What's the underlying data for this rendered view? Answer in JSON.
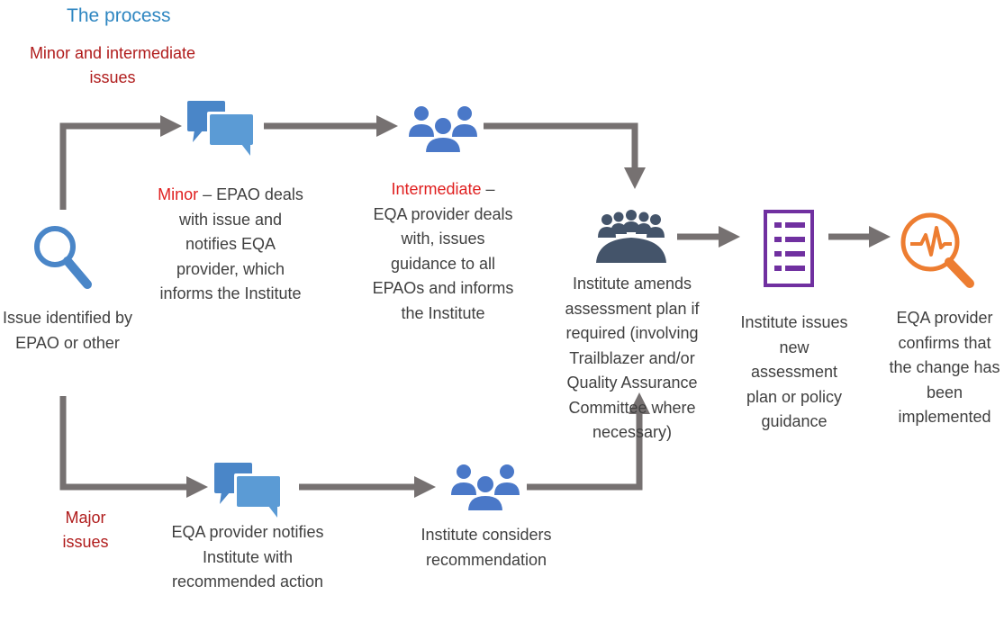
{
  "title": "The process",
  "branches": {
    "minor_label": "Minor and intermediate issues",
    "major_label": "Major issues"
  },
  "nodes": {
    "start": "Issue identified by EPAO or other",
    "minor": {
      "highlight": "Minor",
      "text": " – EPAO deals with issue and notifies EQA provider, which informs the Institute"
    },
    "intermediate": {
      "highlight": "Intermediate",
      "text": " – EQA provider deals with, issues guidance to all EPAOs and informs the Institute"
    },
    "major_eqa": "EQA provider notifies Institute with recommended action",
    "institute_considers": "Institute considers recommendation",
    "institute_amends": "Institute amends assessment plan if required (involving Trailblazer and/or Quality Assurance Committee where necessary)",
    "institute_issues": "Institute issues new assessment plan or policy guidance",
    "eqa_confirms": "EQA provider confirms that the change has been implemented"
  },
  "icons": {
    "start": "magnifier-icon",
    "minor": "speech-bubbles-icon",
    "intermediate": "people-group-icon",
    "major_eqa": "speech-bubbles-icon",
    "institute_considers": "people-group-icon",
    "institute_amends": "meeting-table-icon",
    "institute_issues": "checklist-document-icon",
    "eqa_confirms": "magnifier-pulse-icon"
  },
  "colors": {
    "title": "#2e86c1",
    "branch_label": "#b01c1c",
    "highlight": "#e02020",
    "arrow": "#767171",
    "icon_blue": "#4a86c8",
    "icon_dark": "#44546a",
    "icon_purple": "#7030a0",
    "icon_orange": "#ed7d31"
  }
}
